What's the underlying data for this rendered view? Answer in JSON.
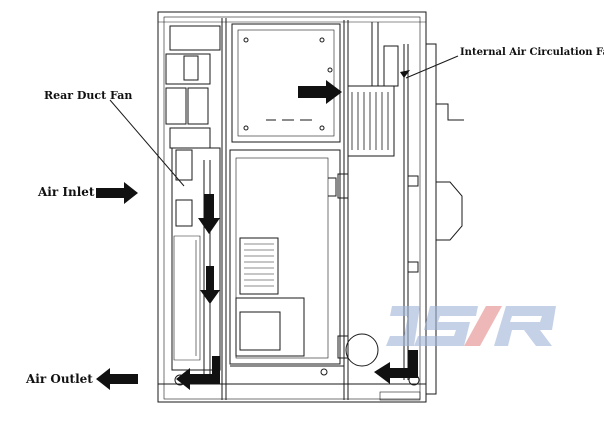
{
  "labels": {
    "rear_duct_fan": "Rear Duct Fan",
    "air_inlet": "Air Inlet",
    "air_outlet": "Air Outlet",
    "internal_fan": "Internal Air Circulation Fan"
  },
  "watermark": {
    "text": "JSR",
    "color": "#9fb3d6",
    "accent": "#e48a8a"
  },
  "colors": {
    "line": "#1a1a1a",
    "arrow": "#111111",
    "background": "#ffffff"
  },
  "icons": [
    "arrow-right-icon",
    "arrow-left-icon",
    "arrow-down-icon",
    "fan-icon"
  ]
}
